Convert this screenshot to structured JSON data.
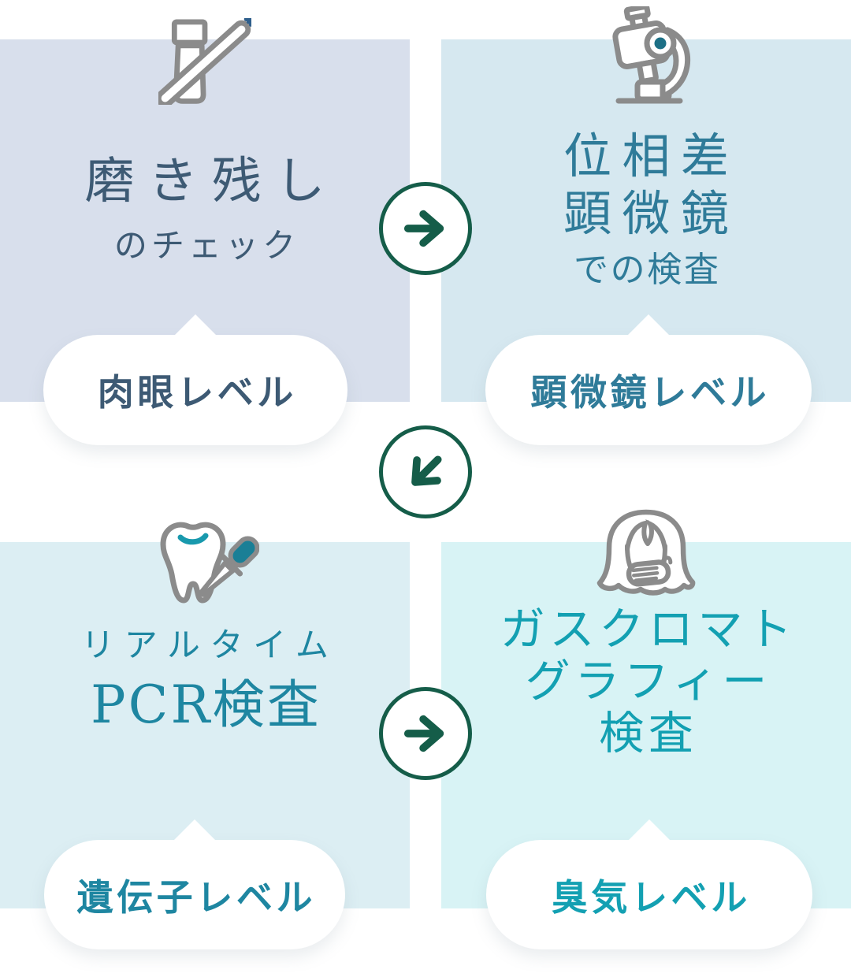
{
  "figure": {
    "type": "process-flow-infographic",
    "background": "#ffffff",
    "topic": "oral check / bad-breath testing steps"
  },
  "palette": {
    "arrow_green": "#155d49",
    "icon_gray": "#8b8b8b",
    "accent_teal": "#1a7f96",
    "microscope_dot_teal": "#1d7086",
    "tooth_mark_teal": "#1899ad",
    "bristle_blue": "#2f5f8c",
    "badge_bg": "#ffffff"
  },
  "steps": [
    {
      "name": "brushing-residue-check",
      "bg_color": "#d8dfec",
      "text_color": "#3d5a74",
      "icon": "toothbrush-toothpaste-icon",
      "title_lines": [
        "磨き残し",
        "のチェック"
      ],
      "badge_label": "肉眼レベル"
    },
    {
      "name": "phase-contrast-microscope-test",
      "bg_color": "#d6e8f0",
      "text_color": "#2f7b99",
      "icon": "microscope-icon",
      "title_lines": [
        "位相差",
        "顕微鏡",
        "での検査"
      ],
      "badge_label": "顕微鏡レベル"
    },
    {
      "name": "realtime-pcr-test",
      "bg_color": "#dceef3",
      "text_color": "#1e86a1",
      "icon": "tooth-dropper-icon",
      "title_lines": [
        "リアルタイム",
        "PCR検査"
      ],
      "badge_label": "遺伝子レベル"
    },
    {
      "name": "gas-chromatography-test",
      "bg_color": "#d8f3f5",
      "text_color": "#13a0b2",
      "icon": "face-covering-mouth-icon",
      "title_lines": [
        "ガスクロマト",
        "グラフィー",
        "検査"
      ],
      "badge_label": "臭気レベル"
    }
  ],
  "arrows": [
    {
      "name": "arrow-1",
      "direction": "right"
    },
    {
      "name": "arrow-2",
      "direction": "down-left"
    },
    {
      "name": "arrow-3",
      "direction": "right"
    }
  ]
}
